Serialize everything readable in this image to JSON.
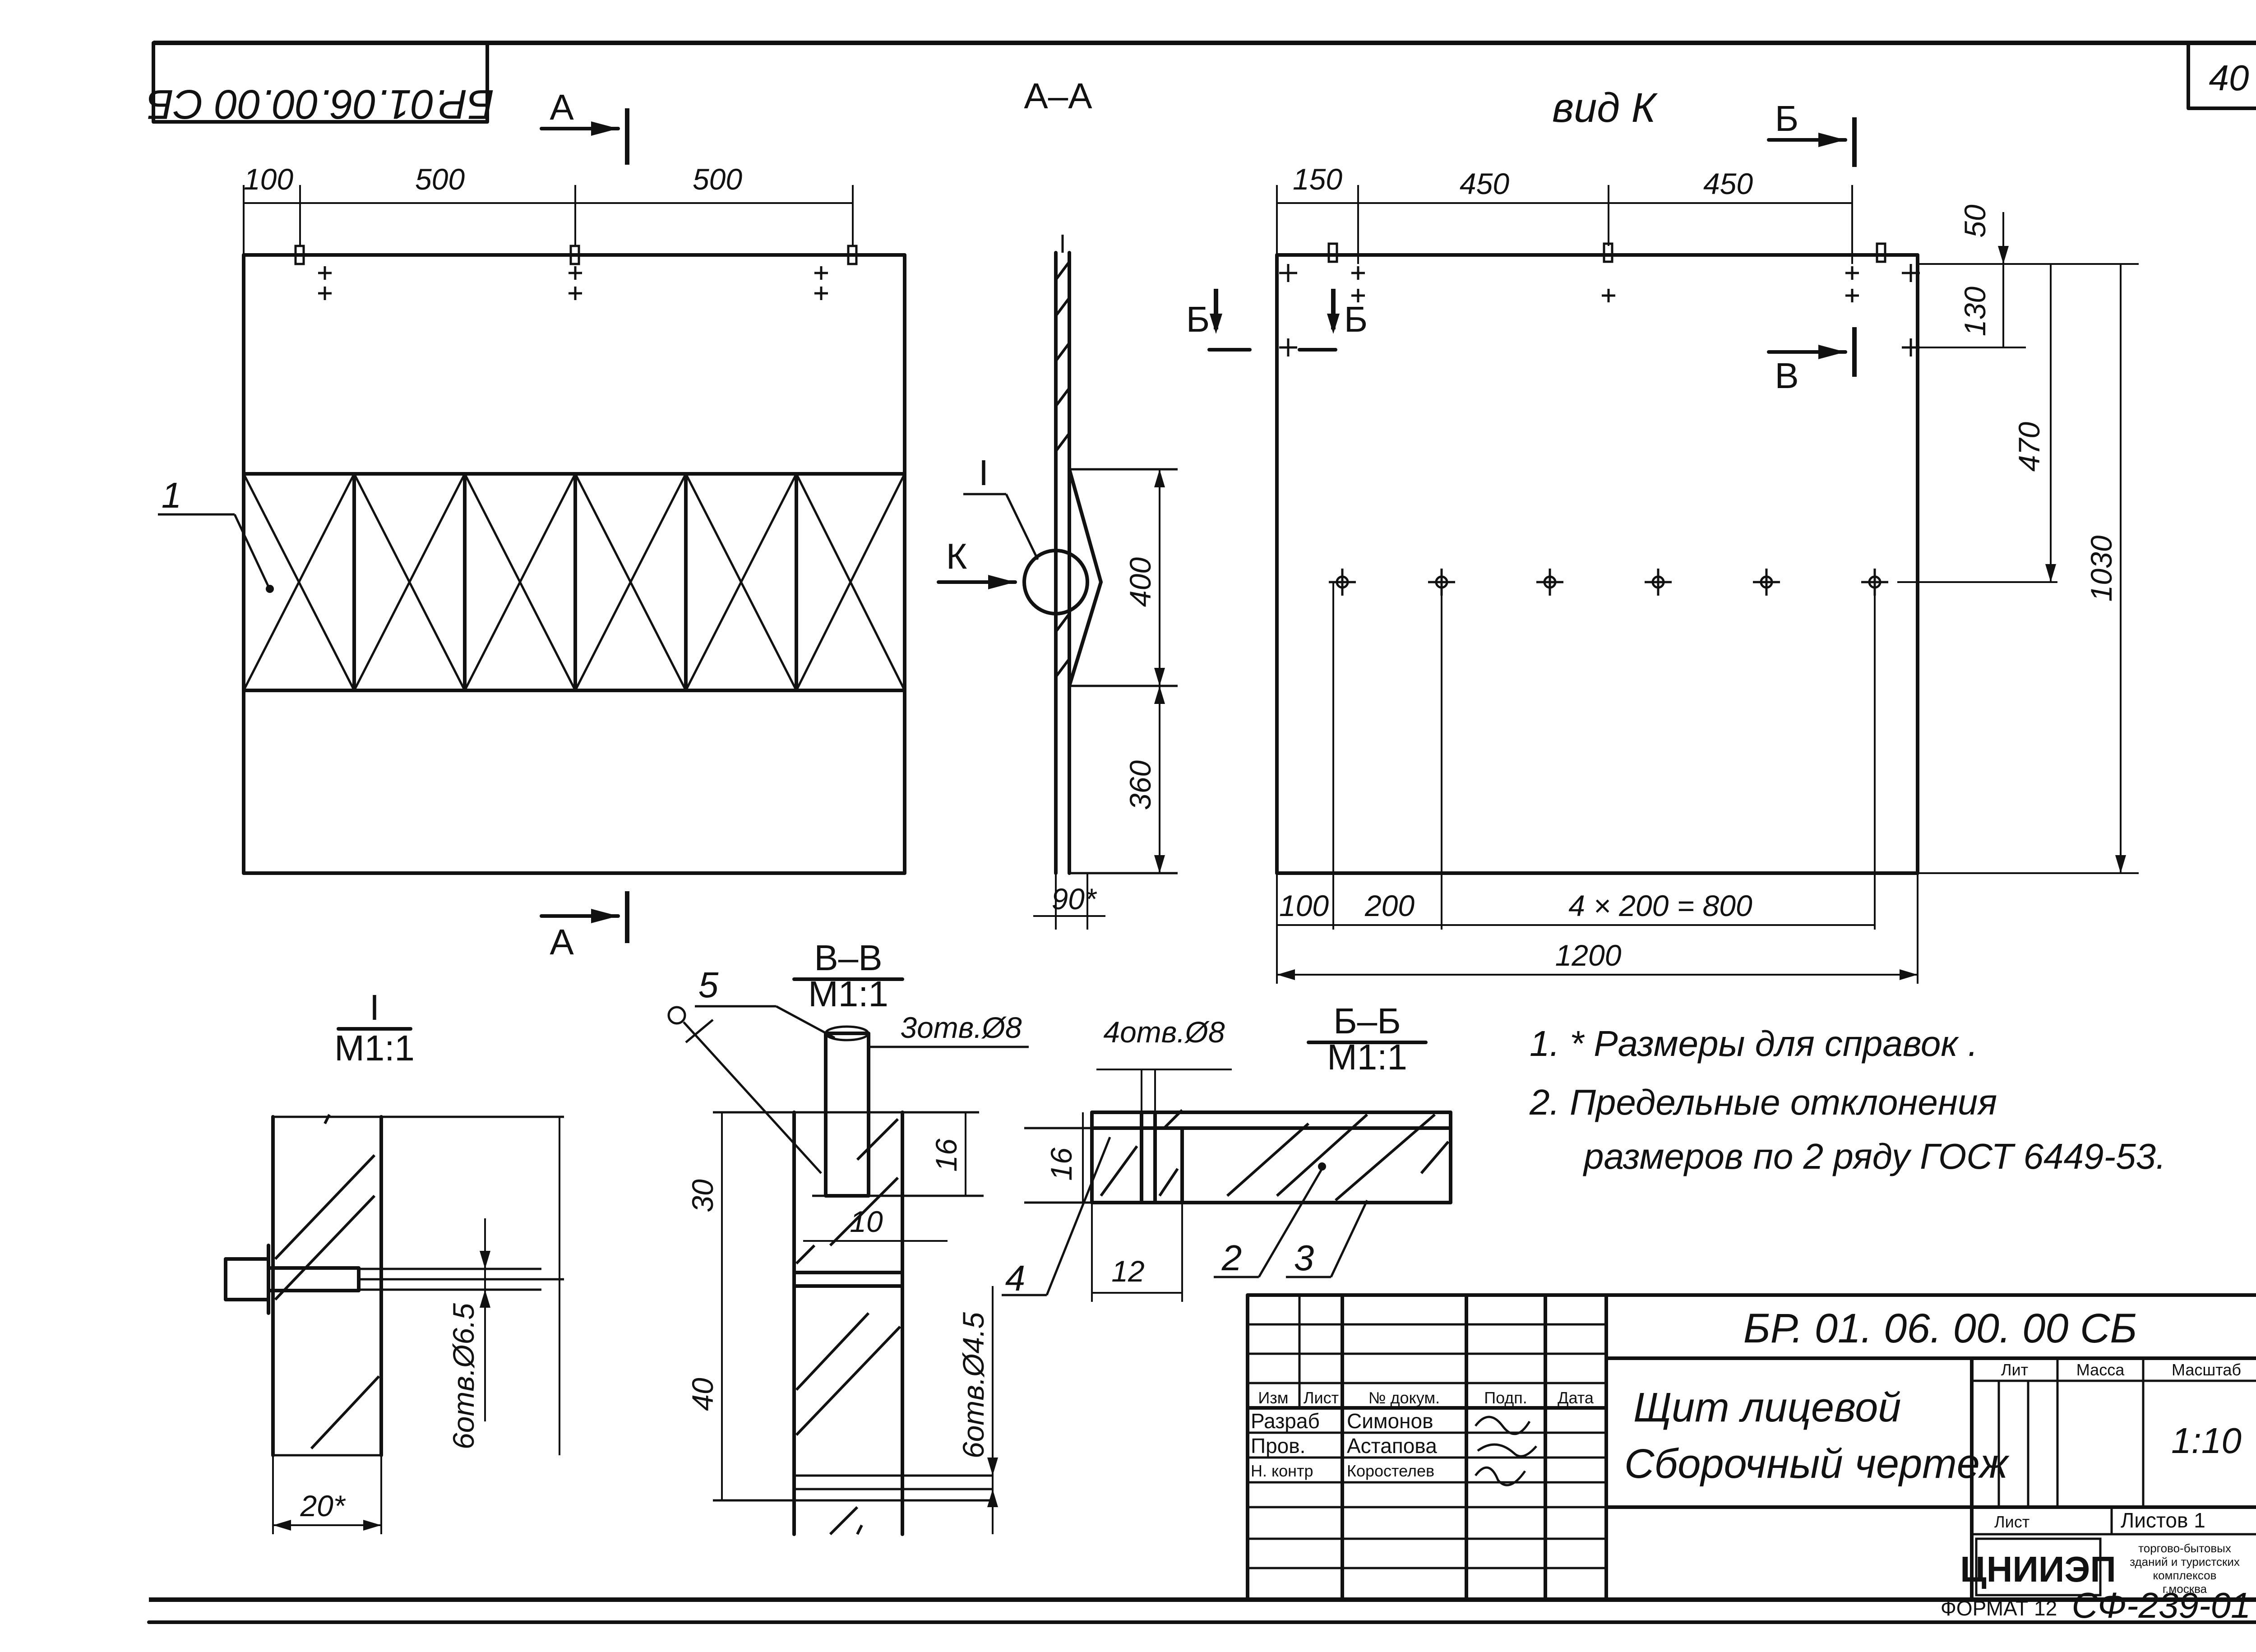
{
  "drawing": {
    "code_rotated": "БР.01.06.00.00 СБ",
    "sheet_number": "40",
    "code": "БР. 01. 06. 00. 00  СБ",
    "title_line1": "Щит лицевой",
    "title_line2": "Сборочный чертеж",
    "format_label": "ФОРМАТ 12",
    "format_code": "СФ-239-01"
  },
  "sections": {
    "aa": "А–А",
    "a_mark": "А",
    "vid_k": "вид К",
    "b_mark": "Б",
    "v_mark": "В",
    "k_mark": "К",
    "node_i": "I",
    "scale_m11": "М1:1",
    "vv": "В–В",
    "bb": "Б–Б"
  },
  "front_view": {
    "dims": [
      "100",
      "500",
      "500"
    ],
    "callout": "1"
  },
  "section_aa": {
    "dims": [
      "400",
      "360",
      "90*"
    ]
  },
  "view_k": {
    "dims_top": [
      "150",
      "450",
      "450"
    ],
    "dims_right": [
      "50",
      "130",
      "470",
      "1030"
    ],
    "dims_bottom": [
      "100",
      "200",
      "4 × 200 = 800",
      "1200"
    ]
  },
  "details": {
    "holes_3": "3отв.Ø8",
    "holes_4": "4отв.Ø8",
    "holes_6a": "6отв.Ø6.5",
    "holes_6b": "6отв.Ø4.5",
    "dim_20": "20*",
    "dim_30": "30",
    "dim_40": "40",
    "dim_16a": "16",
    "dim_10": "10",
    "dim_16b": "16",
    "dim_12": "12",
    "callout_2": "2",
    "callout_3": "3",
    "callout_4": "4",
    "callout_5": "5"
  },
  "notes": [
    "1. * Размеры для справок .",
    "2. Предельные отклонения",
    "размеров по 2 ряду ГОСТ 6449-53."
  ],
  "stamp": {
    "col_headers": [
      "Изм",
      "Лист",
      "№ докум.",
      "Подп.",
      "Дата"
    ],
    "rows": [
      {
        "role": "Разраб",
        "name": "Симонов"
      },
      {
        "role": "Пров.",
        "name": "Астапова"
      },
      {
        "role": "Н. контр",
        "name": "Коростелев"
      }
    ],
    "lit_label": "Лит",
    "mass_label": "Масса",
    "scale_label": "Масштаб",
    "scale_value": "1:10",
    "sheet_label": "Лист",
    "sheets_label": "Листов 1",
    "org_logo": "ЦНИИЭП",
    "org_name": [
      "торгово-бытовых",
      "зданий и туристских",
      "комплексов",
      "г.москва"
    ]
  }
}
